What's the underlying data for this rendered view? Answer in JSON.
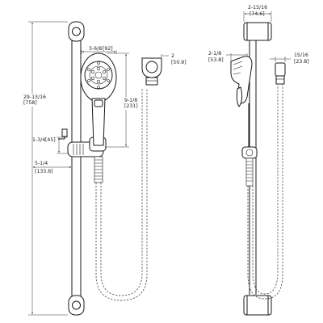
{
  "drawing": {
    "front_view": {
      "overall_height": {
        "imperial": "29-13/16",
        "metric": "[758]"
      },
      "handle_width": {
        "imperial": "3-6/8",
        "metric": "[92]"
      },
      "holder_depth": {
        "imperial": "2",
        "metric": "[50.9]"
      },
      "handle_length": {
        "imperial": "9-1/8",
        "metric": "[231]"
      },
      "slider_height": {
        "imperial": "1-3/4",
        "metric": "[45]"
      },
      "slider_offset": {
        "imperial": "5-1/4",
        "metric": "[133.6]"
      }
    },
    "side_view": {
      "wall_mount_width": {
        "imperial": "2-15/16",
        "metric": "[74.6]"
      },
      "head_depth": {
        "imperial": "2-1/8",
        "metric": "[53.8]"
      },
      "holder_width": {
        "imperial": "15/16",
        "metric": "[23.8]"
      }
    }
  }
}
